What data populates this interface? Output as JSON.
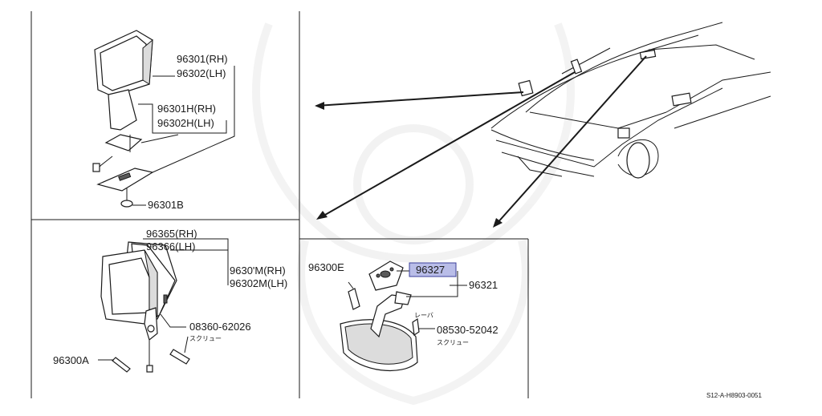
{
  "labels": {
    "p96301": "96301(RH)",
    "p96302": "96302(LH)",
    "p96301h": "96301H(RH)",
    "p96302h": "96302H(LH)",
    "p96301b": "96301B",
    "p96365": "96365(RH)",
    "p96366": "96366(LH)",
    "p96301m": "9630'M(RH)",
    "p96302m": "96302M(LH)",
    "p08360": "08360-62026",
    "screw1": "スクリュー",
    "p96300a": "96300A",
    "p96300e": "96300E",
    "p96327": "96327",
    "p96321": "96321",
    "lever": "レーバ",
    "p08530": "08530-52042",
    "screw2": "スクリュー",
    "ref": "S12-A-H8903-0051"
  },
  "colors": {
    "highlight": "#b9bde8",
    "ink": "#1a1a1a"
  }
}
